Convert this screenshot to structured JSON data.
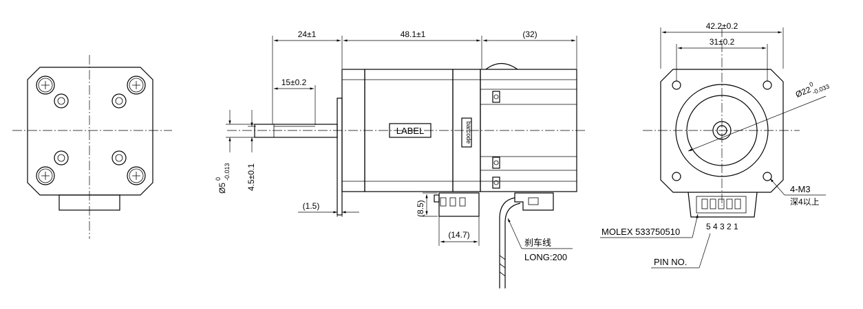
{
  "side_view": {
    "dim_total_left": "24±1",
    "dim_body": "48.1±1",
    "dim_connector": "(32)",
    "dim_shaft_flat": "15±0.2",
    "dim_shaft_dia_prefix": "Ø5",
    "dim_shaft_dia_upper": "0",
    "dim_shaft_dia_lower": "-0.013",
    "dim_flat_depth": "4.5±0.1",
    "dim_flange": "(1.5)",
    "dim_conn_height": "(8.5)",
    "dim_conn_width": "(14.7)",
    "label_text": "LABEL",
    "barcode_text": "barcode",
    "brake_wire_label": "刹车线",
    "wire_length_label": "LONG:200"
  },
  "front_view": {
    "dim_flange_width": "42.2±0.2",
    "dim_hole_spacing": "31±0.2",
    "dim_pilot_prefix": "Ø22",
    "dim_pilot_upper": "0",
    "dim_pilot_lower": "-0.033",
    "screw_spec": "4-M3",
    "screw_depth": "深4以上",
    "connector_part": "MOLEX 533750510",
    "pin_numbers": "5 4 3 2 1",
    "pin_label": "PIN NO."
  }
}
